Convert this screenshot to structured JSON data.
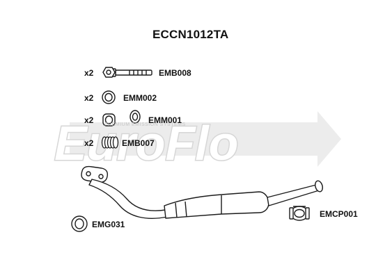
{
  "title": "ECCN1012TA",
  "watermark": {
    "brand": "EuroFlo",
    "tagline": "PREMIUM EMISSION SYSTEMS",
    "color": "#d9d9d9"
  },
  "parts": [
    {
      "qty": "x2",
      "code": "EMB008",
      "icon": "bolt-icon"
    },
    {
      "qty": "x2",
      "code": "EMM002",
      "icon": "nut-icon"
    },
    {
      "qty": "x2",
      "code": "EMM001",
      "icon": "nut-and-washer-icon"
    },
    {
      "qty": "x2",
      "code": "EMB007",
      "icon": "spring-icon"
    }
  ],
  "gasket": {
    "code": "EMG031",
    "icon": "gasket-icon"
  },
  "clamp": {
    "code": "EMCP001",
    "icon": "clamp-icon"
  },
  "main_part": {
    "icon": "catalytic-converter-pipe-icon"
  },
  "colors": {
    "line": "#1a1a1a",
    "part_fill": "#ffffff"
  }
}
